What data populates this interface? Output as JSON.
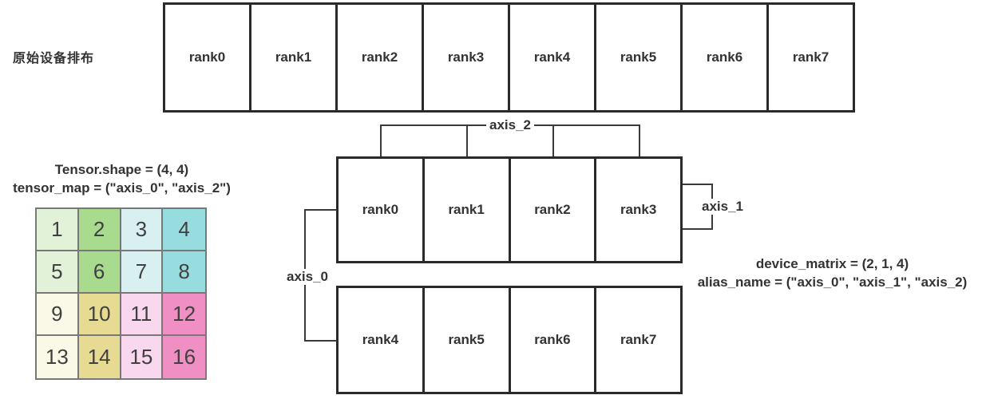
{
  "original_row": {
    "label": "原始设备排布",
    "ranks": [
      "rank0",
      "rank1",
      "rank2",
      "rank3",
      "rank4",
      "rank5",
      "rank6",
      "rank7"
    ]
  },
  "device_matrix": {
    "row1": [
      "rank0",
      "rank1",
      "rank2",
      "rank3"
    ],
    "row2": [
      "rank4",
      "rank5",
      "rank6",
      "rank7"
    ],
    "axis0_label": "axis_0",
    "axis1_label": "axis_1",
    "axis2_label": "axis_2",
    "annotation_line1": "device_matrix = (2, 1, 4)",
    "annotation_line2": "alias_name = (\"axis_0\", \"axis_1\", \"axis_2)"
  },
  "tensor": {
    "title_line1": "Tensor.shape = (4, 4)",
    "title_line2": "tensor_map = (\"axis_0\", \"axis_2\")",
    "cells": [
      [
        "1",
        "2",
        "3",
        "4"
      ],
      [
        "5",
        "6",
        "7",
        "8"
      ],
      [
        "9",
        "10",
        "11",
        "12"
      ],
      [
        "13",
        "14",
        "15",
        "16"
      ]
    ],
    "cell_colors": [
      [
        "#e2f2d8",
        "#a9db8e",
        "#d9f0f1",
        "#97dde0"
      ],
      [
        "#e2f2d8",
        "#a9db8e",
        "#d9f0f1",
        "#97dde0"
      ],
      [
        "#faf8e6",
        "#e7da92",
        "#f9d7ee",
        "#ef8fc4"
      ],
      [
        "#faf8e6",
        "#e7da92",
        "#f9d7ee",
        "#ef8fc4"
      ]
    ],
    "grid_border_color": "#787878"
  },
  "colors": {
    "box_border": "#2a2a2a",
    "bracket_line": "#3a3a3a",
    "text": "#333333"
  }
}
